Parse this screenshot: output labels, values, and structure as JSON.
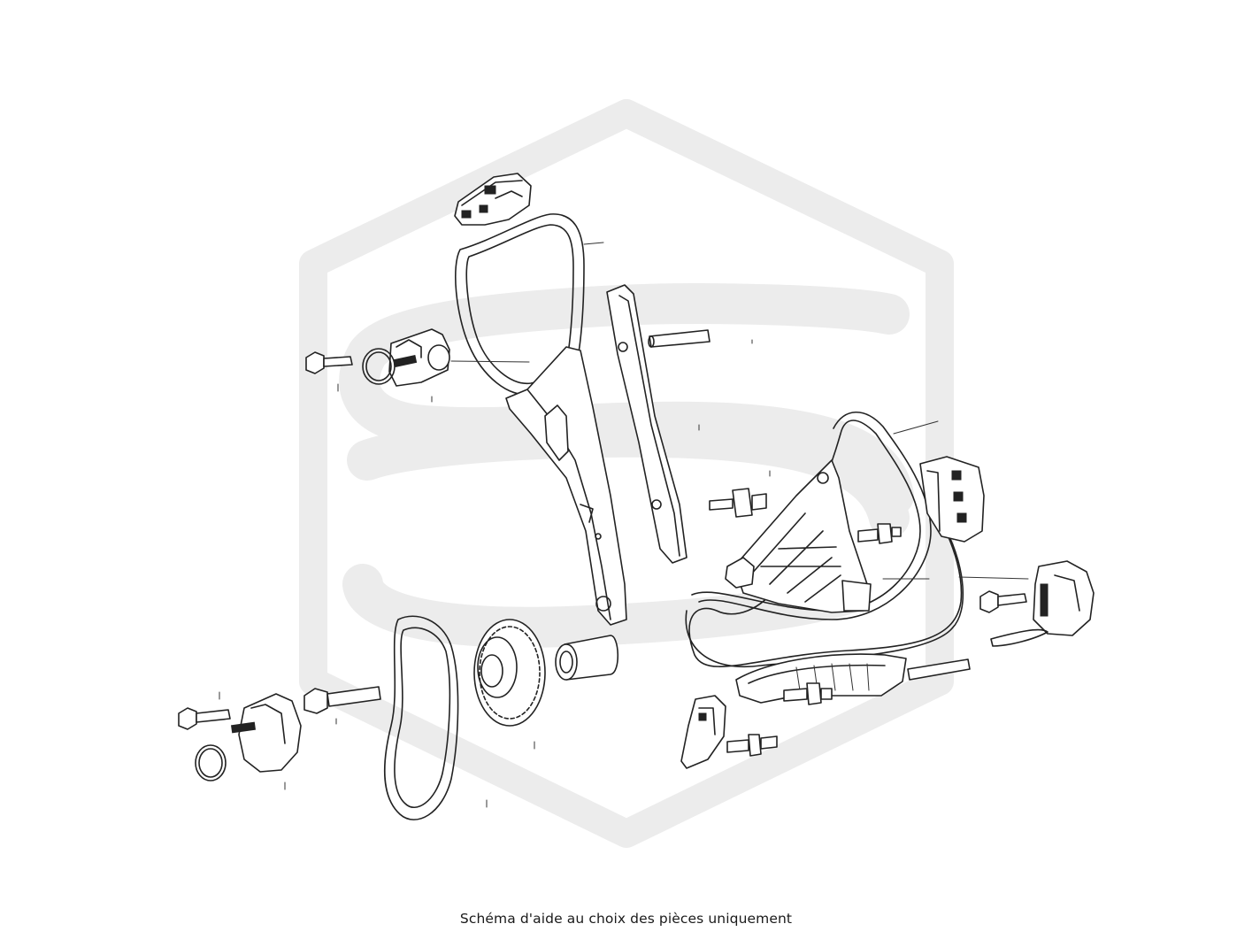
{
  "caption": "Schéma d'aide au choix des pièces uniquement",
  "colors": {
    "background": "#ffffff",
    "line_art": "#222222",
    "watermark": "#ececec"
  },
  "parts": [
    {
      "id": "upper-chain-guide-pad",
      "icon": "chain-guide-pad-icon"
    },
    {
      "id": "upper-timing-chain",
      "icon": "timing-chain-icon"
    },
    {
      "id": "upper-chain-tensioner",
      "icon": "chain-tensioner-icon"
    },
    {
      "id": "upper-tensioner-bolt",
      "icon": "bolt-icon"
    },
    {
      "id": "upper-tensioner-o-ring",
      "icon": "o-ring-icon"
    },
    {
      "id": "upper-tensioner-rail",
      "icon": "tensioner-rail-icon"
    },
    {
      "id": "straight-guide-rail",
      "icon": "guide-rail-icon"
    },
    {
      "id": "guide-rail-pin",
      "icon": "pin-icon"
    },
    {
      "id": "guide-stud-1",
      "icon": "stud-icon"
    },
    {
      "id": "guide-stud-2",
      "icon": "stud-icon"
    },
    {
      "id": "lower-timing-chain",
      "icon": "timing-chain-icon"
    },
    {
      "id": "oil-pump-guide-bracket",
      "icon": "guide-bracket-icon"
    },
    {
      "id": "oil-pump-chain-tensioner",
      "icon": "chain-tensioner-icon"
    },
    {
      "id": "side-guide-pad",
      "icon": "chain-guide-pad-icon"
    },
    {
      "id": "right-tensioner-bolt",
      "icon": "bolt-icon"
    },
    {
      "id": "curved-chain-guide",
      "icon": "guide-rail-icon"
    },
    {
      "id": "long-guide-pin",
      "icon": "pin-icon"
    },
    {
      "id": "guide-stud-3",
      "icon": "stud-icon"
    },
    {
      "id": "small-guide-pad",
      "icon": "chain-guide-pad-icon"
    },
    {
      "id": "guide-stud-4",
      "icon": "stud-icon"
    },
    {
      "id": "balance-chain",
      "icon": "timing-chain-icon"
    },
    {
      "id": "crankshaft-sprocket",
      "icon": "sprocket-icon"
    },
    {
      "id": "sprocket-spacer-bushing",
      "icon": "bushing-icon"
    },
    {
      "id": "central-bolt",
      "icon": "bolt-icon"
    },
    {
      "id": "lower-chain-tensioner",
      "icon": "chain-tensioner-icon"
    },
    {
      "id": "lower-tensioner-bolt",
      "icon": "bolt-icon"
    },
    {
      "id": "lower-tensioner-o-ring",
      "icon": "o-ring-icon"
    }
  ]
}
